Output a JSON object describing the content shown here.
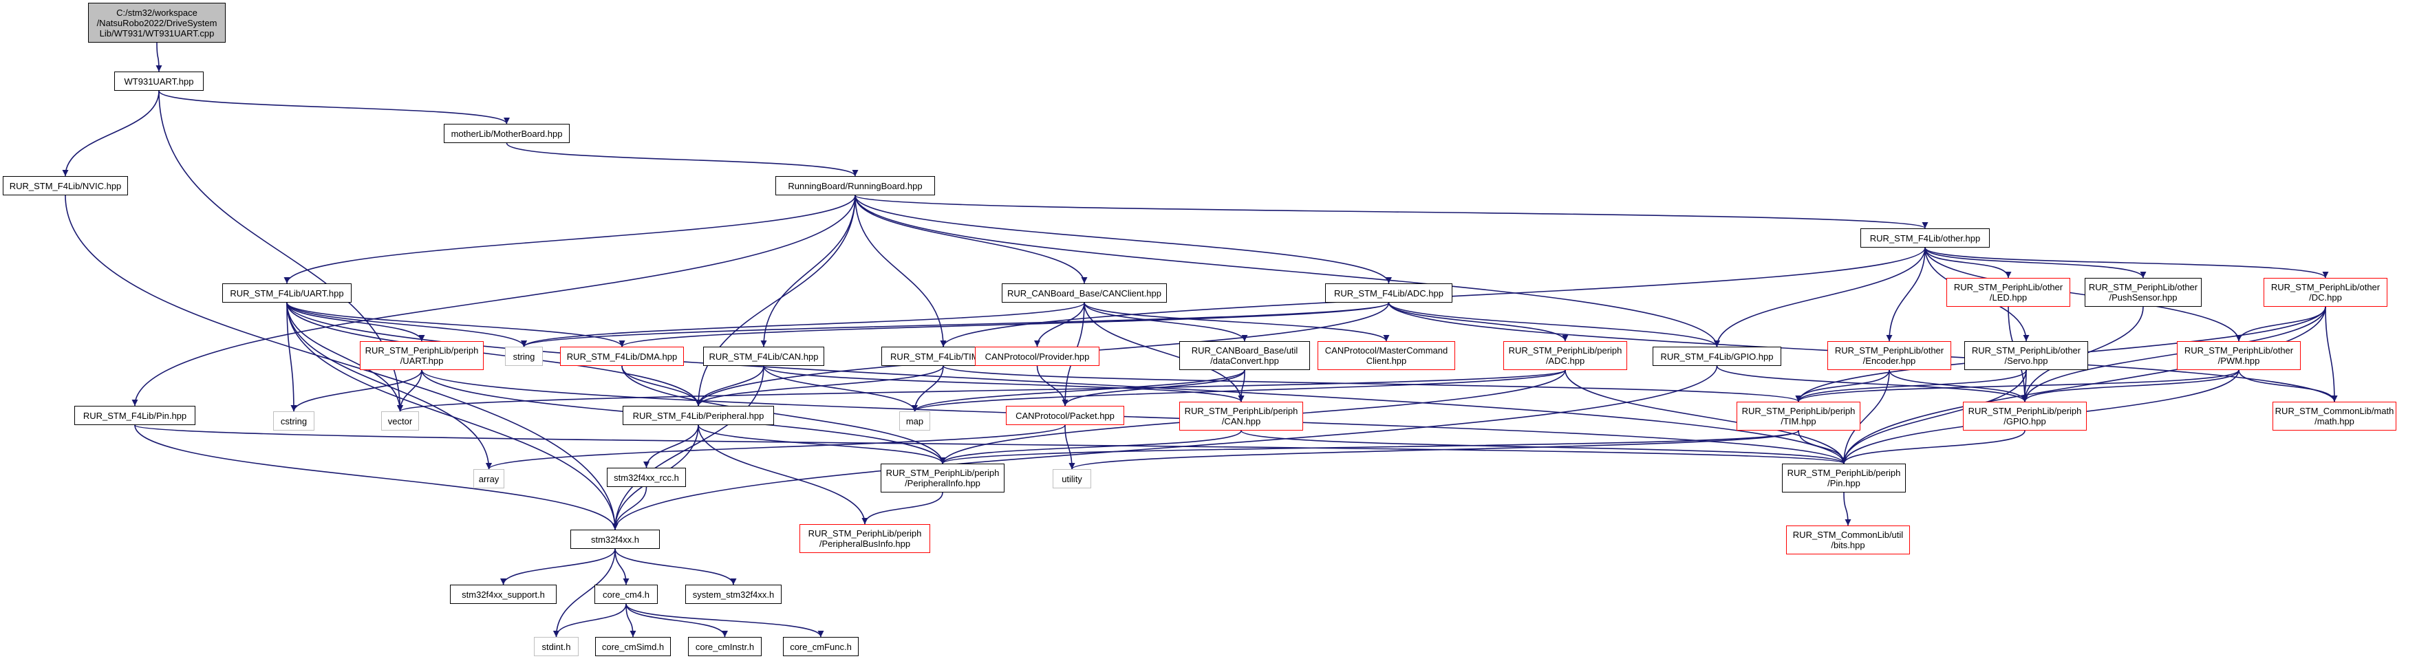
{
  "diagram": {
    "nodes": [
      {
        "id": "root",
        "label": "C:/stm32/workspace\n/NatsuRobo2022/DriveSystem\nLib/WT931/WT931UART.cpp",
        "style": "root"
      },
      {
        "id": "wt931",
        "label": "WT931UART.hpp",
        "style": "black"
      },
      {
        "id": "mother",
        "label": "motherLib/MotherBoard.hpp",
        "style": "black"
      },
      {
        "id": "nvic",
        "label": "RUR_STM_F4Lib/NVIC.hpp",
        "style": "black"
      },
      {
        "id": "running",
        "label": "RunningBoard/RunningBoard.hpp",
        "style": "black"
      },
      {
        "id": "other",
        "label": "RUR_STM_F4Lib/other.hpp",
        "style": "black"
      },
      {
        "id": "uart",
        "label": "RUR_STM_F4Lib/UART.hpp",
        "style": "black"
      },
      {
        "id": "canclient",
        "label": "RUR_CANBoard_Base/CANClient.hpp",
        "style": "black"
      },
      {
        "id": "adc",
        "label": "RUR_STM_F4Lib/ADC.hpp",
        "style": "black"
      },
      {
        "id": "led",
        "label": "RUR_STM_PeriphLib/other\n/LED.hpp",
        "style": "red"
      },
      {
        "id": "push",
        "label": "RUR_STM_PeriphLib/other\n/PushSensor.hpp",
        "style": "black"
      },
      {
        "id": "dc",
        "label": "RUR_STM_PeriphLib/other\n/DC.hpp",
        "style": "red"
      },
      {
        "id": "puart",
        "label": "RUR_STM_PeriphLib/periph\n/UART.hpp",
        "style": "red"
      },
      {
        "id": "string",
        "label": "string",
        "style": "gray"
      },
      {
        "id": "dma",
        "label": "RUR_STM_F4Lib/DMA.hpp",
        "style": "red"
      },
      {
        "id": "can",
        "label": "RUR_STM_F4Lib/CAN.hpp",
        "style": "black"
      },
      {
        "id": "tim",
        "label": "RUR_STM_F4Lib/TIM.hpp",
        "style": "black"
      },
      {
        "id": "provider",
        "label": "CANProtocol/Provider.hpp",
        "style": "red"
      },
      {
        "id": "dataconv",
        "label": "RUR_CANBoard_Base/util\n/dataConvert.hpp",
        "style": "black"
      },
      {
        "id": "master",
        "label": "CANProtocol/MasterCommand\nClient.hpp",
        "style": "red"
      },
      {
        "id": "padc",
        "label": "RUR_STM_PeriphLib/periph\n/ADC.hpp",
        "style": "red"
      },
      {
        "id": "gpio",
        "label": "RUR_STM_F4Lib/GPIO.hpp",
        "style": "black"
      },
      {
        "id": "encoder",
        "label": "RUR_STM_PeriphLib/other\n/Encoder.hpp",
        "style": "red"
      },
      {
        "id": "servo",
        "label": "RUR_STM_PeriphLib/other\n/Servo.hpp",
        "style": "black"
      },
      {
        "id": "pwm",
        "label": "RUR_STM_PeriphLib/other\n/PWM.hpp",
        "style": "red"
      },
      {
        "id": "pin",
        "label": "RUR_STM_F4Lib/Pin.hpp",
        "style": "black"
      },
      {
        "id": "cstring",
        "label": "cstring",
        "style": "gray"
      },
      {
        "id": "vector",
        "label": "vector",
        "style": "gray"
      },
      {
        "id": "peripheral",
        "label": "RUR_STM_F4Lib/Peripheral.hpp",
        "style": "black"
      },
      {
        "id": "map",
        "label": "map",
        "style": "gray"
      },
      {
        "id": "packet",
        "label": "CANProtocol/Packet.hpp",
        "style": "red"
      },
      {
        "id": "pcan",
        "label": "RUR_STM_PeriphLib/periph\n/CAN.hpp",
        "style": "red"
      },
      {
        "id": "ptim",
        "label": "RUR_STM_PeriphLib/periph\n/TIM.hpp",
        "style": "red"
      },
      {
        "id": "pgpio",
        "label": "RUR_STM_PeriphLib/periph\n/GPIO.hpp",
        "style": "red"
      },
      {
        "id": "math",
        "label": "RUR_STM_CommonLib/math\n/math.hpp",
        "style": "red"
      },
      {
        "id": "array",
        "label": "array",
        "style": "gray"
      },
      {
        "id": "rcc",
        "label": "stm32f4xx_rcc.h",
        "style": "black"
      },
      {
        "id": "periphinfo",
        "label": "RUR_STM_PeriphLib/periph\n/PeripheralInfo.hpp",
        "style": "black"
      },
      {
        "id": "utility",
        "label": "utility",
        "style": "gray"
      },
      {
        "id": "ppin",
        "label": "RUR_STM_PeriphLib/periph\n/Pin.hpp",
        "style": "black"
      },
      {
        "id": "stm32",
        "label": "stm32f4xx.h",
        "style": "black"
      },
      {
        "id": "businfo",
        "label": "RUR_STM_PeriphLib/periph\n/PeripheralBusInfo.hpp",
        "style": "red"
      },
      {
        "id": "bits",
        "label": "RUR_STM_CommonLib/util\n/bits.hpp",
        "style": "red"
      },
      {
        "id": "support",
        "label": "stm32f4xx_support.h",
        "style": "black"
      },
      {
        "id": "cm4",
        "label": "core_cm4.h",
        "style": "black"
      },
      {
        "id": "system",
        "label": "system_stm32f4xx.h",
        "style": "black"
      },
      {
        "id": "stdint",
        "label": "stdint.h",
        "style": "gray"
      },
      {
        "id": "simd",
        "label": "core_cmSimd.h",
        "style": "black"
      },
      {
        "id": "instr",
        "label": "core_cmInstr.h",
        "style": "black"
      },
      {
        "id": "func",
        "label": "core_cmFunc.h",
        "style": "black"
      }
    ],
    "edges": [
      [
        "root",
        "wt931"
      ],
      [
        "wt931",
        "mother"
      ],
      [
        "wt931",
        "nvic"
      ],
      [
        "wt931",
        "vector"
      ],
      [
        "mother",
        "running"
      ],
      [
        "running",
        "other"
      ],
      [
        "running",
        "uart"
      ],
      [
        "running",
        "canclient"
      ],
      [
        "running",
        "adc"
      ],
      [
        "running",
        "can"
      ],
      [
        "running",
        "tim"
      ],
      [
        "running",
        "gpio"
      ],
      [
        "running",
        "pin"
      ],
      [
        "running",
        "peripheral"
      ],
      [
        "nvic",
        "stm32"
      ],
      [
        "other",
        "led"
      ],
      [
        "other",
        "push"
      ],
      [
        "other",
        "dc"
      ],
      [
        "other",
        "encoder"
      ],
      [
        "other",
        "servo"
      ],
      [
        "other",
        "pwm"
      ],
      [
        "other",
        "gpio"
      ],
      [
        "other",
        "tim"
      ],
      [
        "uart",
        "puart"
      ],
      [
        "uart",
        "string"
      ],
      [
        "uart",
        "dma"
      ],
      [
        "uart",
        "cstring"
      ],
      [
        "uart",
        "vector"
      ],
      [
        "uart",
        "peripheral"
      ],
      [
        "uart",
        "array"
      ],
      [
        "uart",
        "stm32"
      ],
      [
        "uart",
        "ppin"
      ],
      [
        "canclient",
        "string"
      ],
      [
        "canclient",
        "provider"
      ],
      [
        "canclient",
        "dataconv"
      ],
      [
        "canclient",
        "master"
      ],
      [
        "canclient",
        "packet"
      ],
      [
        "canclient",
        "pcan"
      ],
      [
        "adc",
        "string"
      ],
      [
        "adc",
        "padc"
      ],
      [
        "adc",
        "gpio"
      ],
      [
        "adc",
        "dma"
      ],
      [
        "adc",
        "math"
      ],
      [
        "adc",
        "peripheral"
      ],
      [
        "led",
        "pgpio"
      ],
      [
        "push",
        "pgpio"
      ],
      [
        "dc",
        "pwm"
      ],
      [
        "dc",
        "ptim"
      ],
      [
        "dc",
        "pgpio"
      ],
      [
        "dc",
        "math"
      ],
      [
        "dc",
        "ppin"
      ],
      [
        "puart",
        "cstring"
      ],
      [
        "puart",
        "vector"
      ],
      [
        "puart",
        "periphinfo"
      ],
      [
        "puart",
        "ppin"
      ],
      [
        "dma",
        "peripheral"
      ],
      [
        "dma",
        "periphinfo"
      ],
      [
        "can",
        "peripheral"
      ],
      [
        "can",
        "map"
      ],
      [
        "can",
        "stm32"
      ],
      [
        "can",
        "pcan"
      ],
      [
        "tim",
        "peripheral"
      ],
      [
        "tim",
        "map"
      ],
      [
        "tim",
        "ptim"
      ],
      [
        "provider",
        "packet"
      ],
      [
        "dataconv",
        "map"
      ],
      [
        "dataconv",
        "pcan"
      ],
      [
        "dataconv",
        "packet"
      ],
      [
        "padc",
        "vector"
      ],
      [
        "padc",
        "map"
      ],
      [
        "padc",
        "periphinfo"
      ],
      [
        "padc",
        "ppin"
      ],
      [
        "gpio",
        "stm32"
      ],
      [
        "gpio",
        "pgpio"
      ],
      [
        "encoder",
        "ptim"
      ],
      [
        "encoder",
        "pgpio"
      ],
      [
        "encoder",
        "ppin"
      ],
      [
        "servo",
        "ptim"
      ],
      [
        "servo",
        "pgpio"
      ],
      [
        "servo",
        "ppin"
      ],
      [
        "pwm",
        "ptim"
      ],
      [
        "pwm",
        "pgpio"
      ],
      [
        "pwm",
        "math"
      ],
      [
        "pwm",
        "ppin"
      ],
      [
        "pin",
        "stm32"
      ],
      [
        "pin",
        "ppin"
      ],
      [
        "peripheral",
        "rcc"
      ],
      [
        "peripheral",
        "stm32"
      ],
      [
        "peripheral",
        "periphinfo"
      ],
      [
        "peripheral",
        "businfo"
      ],
      [
        "packet",
        "array"
      ],
      [
        "packet",
        "utility"
      ],
      [
        "pcan",
        "periphinfo"
      ],
      [
        "pcan",
        "ppin"
      ],
      [
        "ptim",
        "periphinfo"
      ],
      [
        "ptim",
        "utility"
      ],
      [
        "ptim",
        "ppin"
      ],
      [
        "pgpio",
        "ppin"
      ],
      [
        "rcc",
        "stm32"
      ],
      [
        "periphinfo",
        "businfo"
      ],
      [
        "ppin",
        "bits"
      ],
      [
        "stm32",
        "support"
      ],
      [
        "stm32",
        "cm4"
      ],
      [
        "stm32",
        "system"
      ],
      [
        "stm32",
        "stdint"
      ],
      [
        "cm4",
        "stdint"
      ],
      [
        "cm4",
        "simd"
      ],
      [
        "cm4",
        "instr"
      ],
      [
        "cm4",
        "func"
      ]
    ],
    "colors": {
      "edge": "#191970",
      "root_fill": "#bfbfbf",
      "red_border": "#ff0000",
      "gray_border": "#bfbfbf"
    }
  }
}
